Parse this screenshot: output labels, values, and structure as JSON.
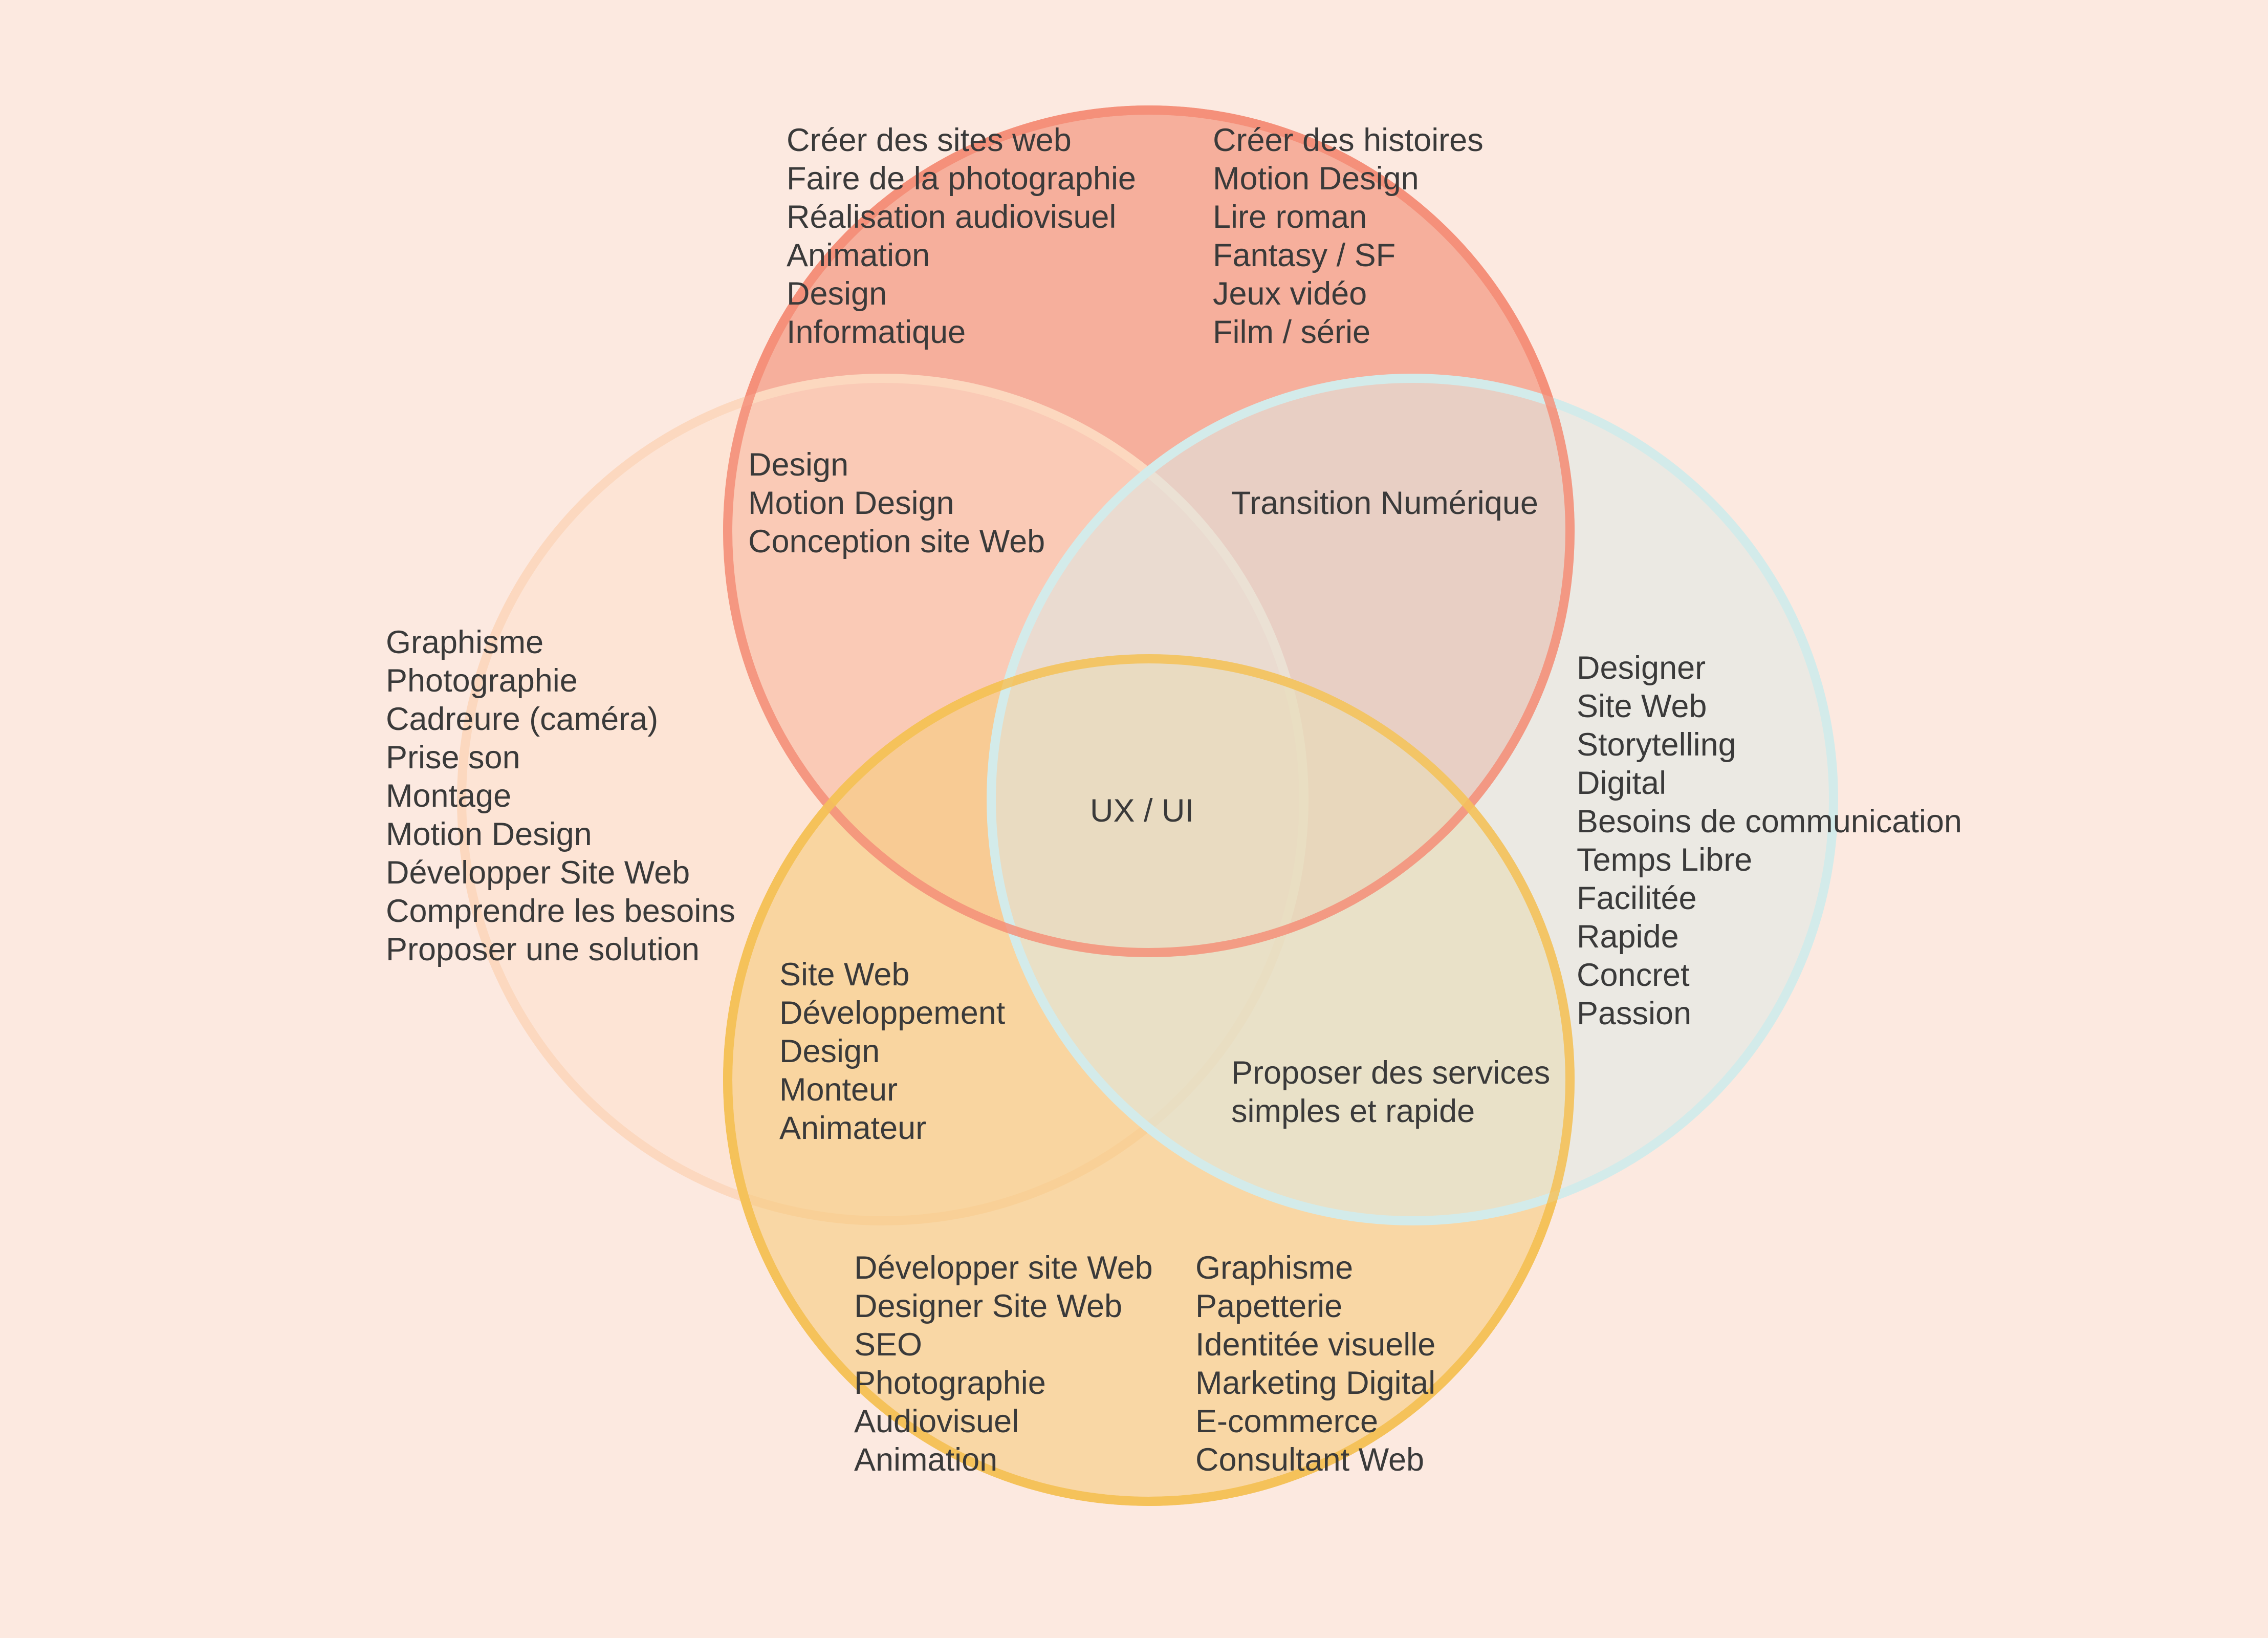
{
  "colors": {
    "background": "#fce9e0",
    "top_circle_fill": "#f5a895",
    "top_circle_stroke": "#f4907a",
    "left_circle_fill": "#fde0cc",
    "left_circle_stroke": "#fcd8bf",
    "right_circle_fill": "#dce9e5",
    "right_circle_stroke": "#d3ebea",
    "bottom_circle_fill": "#f7cc7d",
    "bottom_circle_stroke": "#f5c25a",
    "text": "#3a3a3a"
  },
  "regions": {
    "top_left": [
      "Créer des sites web",
      "Faire de la photographie",
      "Réalisation audiovisuel",
      "Animation",
      "Design",
      "Informatique"
    ],
    "top_right": [
      "Créer des histoires",
      "Motion Design",
      "Lire roman",
      "Fantasy / SF",
      "Jeux vidéo",
      "Film / série"
    ],
    "top_left_overlap": [
      "Design",
      "Motion Design",
      "Conception site Web"
    ],
    "top_right_overlap": [
      "Transition Numérique"
    ],
    "left": [
      "Graphisme",
      "Photographie",
      "Cadreure (caméra)",
      "Prise son",
      "Montage",
      "Motion Design",
      "Développer Site Web",
      "Comprendre les besoins",
      "Proposer une solution"
    ],
    "center": [
      "UX / UI"
    ],
    "right": [
      "Designer",
      "Site Web",
      "Storytelling",
      "Digital",
      "Besoins de communication",
      "Temps Libre",
      "Facilitée",
      "Rapide",
      "Concret",
      "Passion"
    ],
    "bottom_left_overlap": [
      "Site Web",
      "Développement",
      "Design",
      "Monteur",
      "Animateur"
    ],
    "bottom_right_overlap": [
      "Proposer des services",
      "simples et rapide"
    ],
    "bottom_left": [
      "Développer site Web",
      "Designer Site Web",
      "SEO",
      "Photographie",
      "Audiovisuel",
      "Animation"
    ],
    "bottom_right": [
      "Graphisme",
      "Papetterie",
      "Identitée visuelle",
      "Marketing Digital",
      "E-commerce",
      "Consultant Web"
    ]
  }
}
